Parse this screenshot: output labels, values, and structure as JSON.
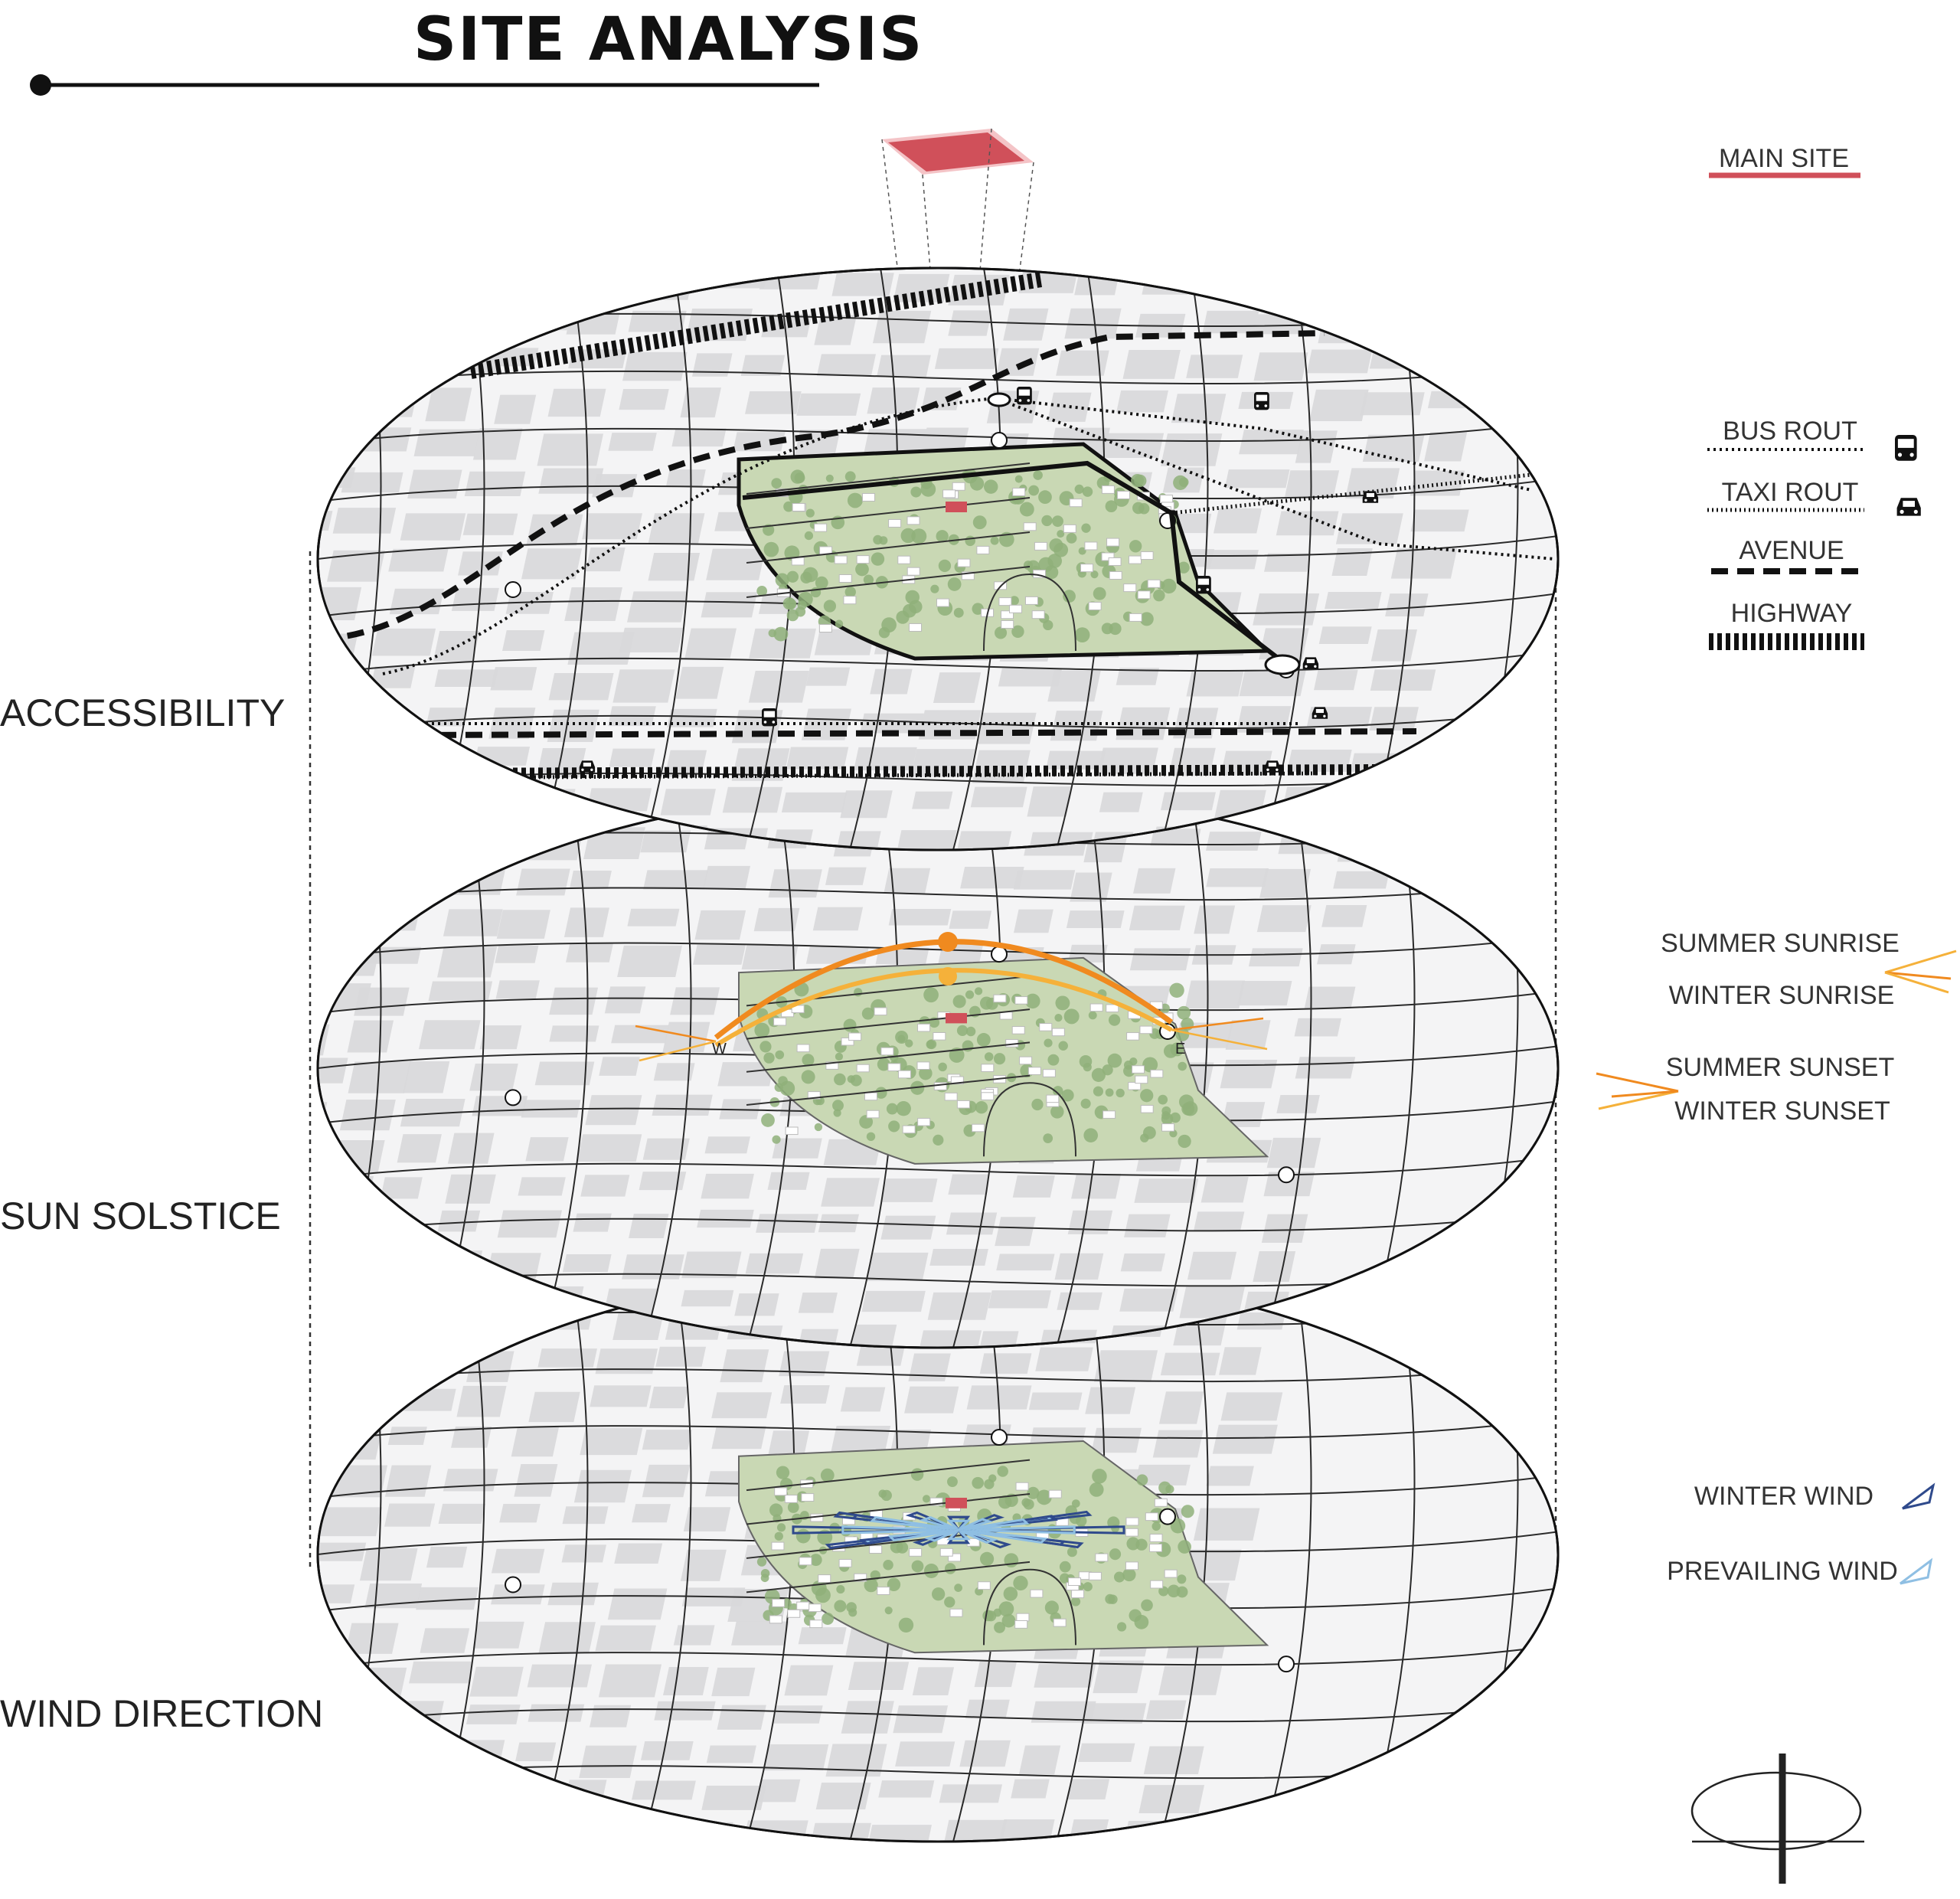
{
  "title": "SITE ANALYSIS",
  "layers": [
    {
      "label": "ACCESSIBILITY"
    },
    {
      "label": "SUN SOLSTICE"
    },
    {
      "label": "WIND DIRECTION"
    }
  ],
  "legend": {
    "main_site": {
      "label": "MAIN SITE",
      "color": "#d0505a"
    },
    "access": [
      {
        "label": "BUS ROUT",
        "icon": "bus-icon"
      },
      {
        "label": "TAXI ROUT",
        "icon": "taxi-icon"
      },
      {
        "label": "AVENUE",
        "icon": ""
      },
      {
        "label": "HIGHWAY",
        "icon": ""
      }
    ],
    "sun": [
      {
        "label": "SUMMER SUNRISE",
        "color": "#f29a2e"
      },
      {
        "label": "WINTER SUNRISE",
        "color": "#f6bd52"
      },
      {
        "label": "SUMMER SUNSET",
        "color": "#f29a2e"
      },
      {
        "label": "WINTER SUNSET",
        "color": "#f6bd52"
      }
    ],
    "wind": [
      {
        "label": "WINTER WIND",
        "color": "#2f4a8c"
      },
      {
        "label": "PREVAILING WIND",
        "color": "#8fbfe3"
      }
    ]
  },
  "sun_labels": {
    "west": "W",
    "east": "E"
  },
  "colors": {
    "map_fill": "#f4f4f5",
    "block": "#d8d8da",
    "green": "#c9d8b4",
    "tree": "#8fb07a",
    "site": "#d0505a",
    "summer_sun": "#f08a1f",
    "winter_sun": "#f5b13a",
    "winter_wind": "#2f4a8c",
    "prevailing_wind": "#8fbfe3"
  }
}
